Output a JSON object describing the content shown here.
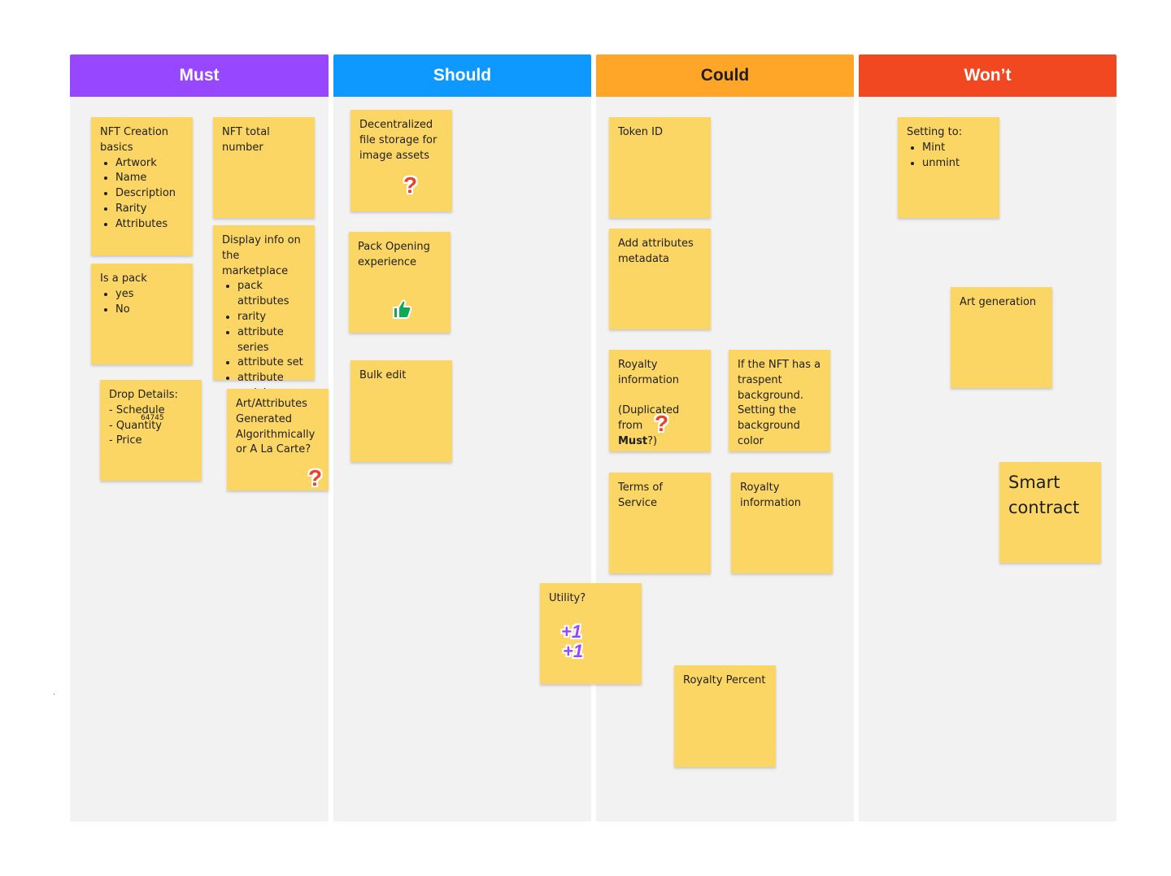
{
  "colors": {
    "must": "#9747ff",
    "should": "#0d99ff",
    "could": "#ffa629",
    "wont": "#f24822",
    "sticky": "#fbd664",
    "lane": "#f3f2f2"
  },
  "columns": {
    "must": "Must",
    "should": "Should",
    "could": "Could",
    "wont": "Won’t"
  },
  "must": {
    "nft_creation": {
      "title": "NFT Creation basics",
      "items": [
        "Artwork",
        "Name",
        "Description",
        "Rarity",
        "Attributes"
      ]
    },
    "nft_total": "NFT total number",
    "is_pack": {
      "title": "Is a pack",
      "items": [
        "yes",
        "No"
      ]
    },
    "display_info": {
      "title": "Display info on the marketplace",
      "items": [
        "pack attributes",
        "rarity",
        "attribute series",
        "attribute set",
        "attribute serial"
      ]
    },
    "drop_details": {
      "title": "Drop Details:",
      "lines": [
        "- Schedule",
        "- Quantity",
        "- Price"
      ],
      "tiny_note": "64745"
    },
    "art_attributes": "Art/Attributes Generated Algorithmically or A La Carte?"
  },
  "should": {
    "decentralized": "Decentralized file storage for image assets",
    "pack_opening": "Pack Opening experience",
    "bulk_edit": "Bulk edit",
    "utility": "Utility?"
  },
  "could": {
    "token_id": "Token ID",
    "add_attributes": "Add attributes metadata",
    "royalty_info_dup": {
      "line1": "Royalty information",
      "line2": "(Duplicated from",
      "bold": "Must",
      "suffix": "?)"
    },
    "transparent_bg": "If the NFT has a traspent background. Setting the background color",
    "terms": "Terms of Service",
    "royalty_info": "Royalty information",
    "royalty_percent": "Royalty Percent"
  },
  "wont": {
    "setting": {
      "title": "Setting to:",
      "items": [
        "Mint",
        "unmint"
      ]
    },
    "art_generation": "Art generation",
    "smart_contract": "Smart contract"
  },
  "stickers": {
    "question": "?",
    "plus_one": "+1",
    "thumbs_up_icon": "thumbs-up-icon"
  }
}
